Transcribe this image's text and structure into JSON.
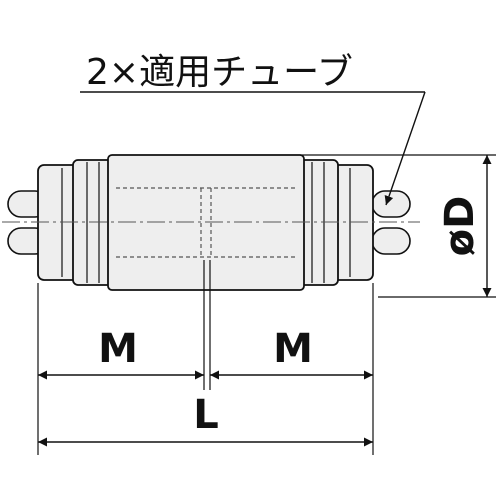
{
  "callout": {
    "text": "2×適用チューブ"
  },
  "dimensions": {
    "m_left": "M",
    "m_right": "M",
    "length": "L",
    "diameter": "øD"
  },
  "colors": {
    "body_fill": "#eeeeee",
    "outline": "#111111",
    "hidden_line": "#555555",
    "background": "#ffffff"
  }
}
